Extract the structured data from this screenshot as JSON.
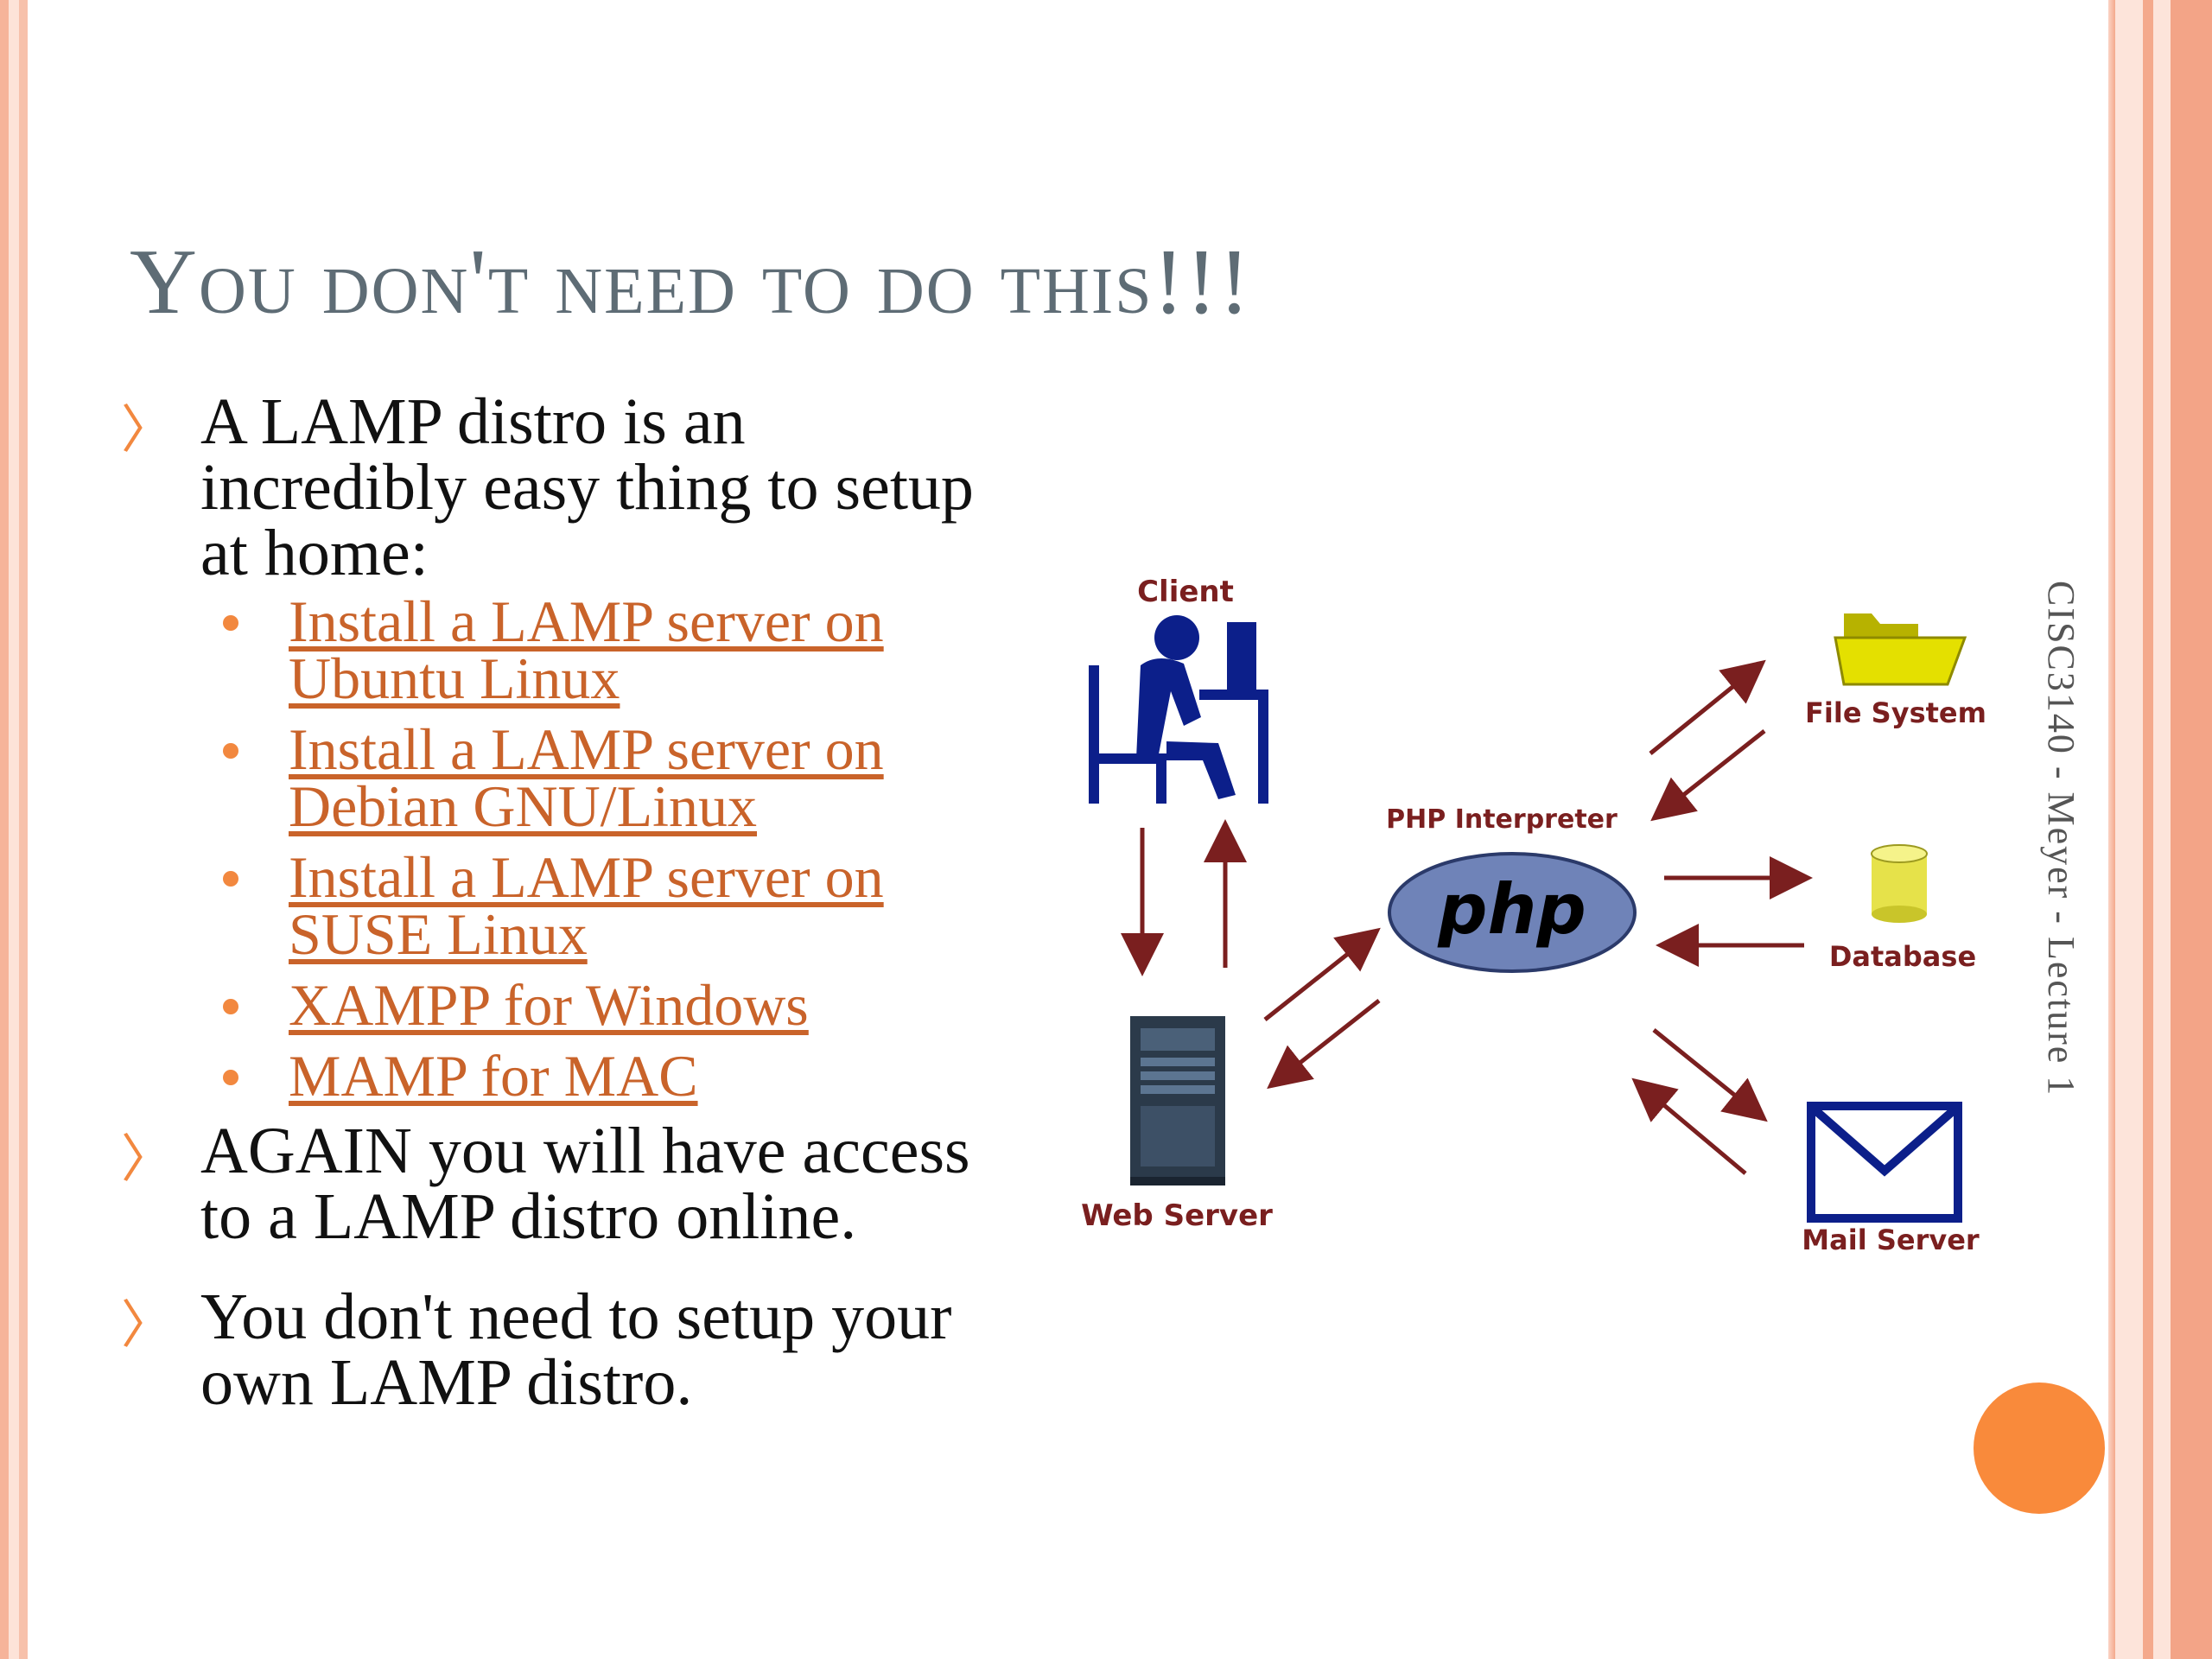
{
  "slide": {
    "title": "You don't need to do this!!!",
    "footer": "CISC3140 - Meyer - Lecture 1",
    "bullets": [
      {
        "text": "A LAMP distro is an incredibly easy thing to setup at home:",
        "links": [
          "Install a LAMP server on Ubuntu Linux",
          "Install a LAMP server on Debian GNU/Linux",
          "Install a LAMP server on SUSE Linux",
          "XAMPP for Windows",
          "MAMP for MAC"
        ]
      },
      {
        "text": "AGAIN you will have access to a LAMP distro online."
      },
      {
        "text": "You don't need to setup your own LAMP distro."
      }
    ]
  },
  "diagram": {
    "client": "Client",
    "web_server": "Web Server",
    "php_interpreter": "PHP Interpreter",
    "php_logo": "php",
    "file_system": "File System",
    "database": "Database",
    "mail_server": "Mail Server"
  },
  "colors": {
    "title": "#5e6c75",
    "link": "#c9632a",
    "accent": "#f2883f",
    "arrow": "#7a1f1f",
    "client_blue": "#0c1f8a",
    "php_blue": "#6f83b8"
  },
  "icons": [
    "client-person-icon",
    "server-tower-icon",
    "php-logo-icon",
    "folder-icon",
    "database-icon",
    "mail-envelope-icon"
  ]
}
